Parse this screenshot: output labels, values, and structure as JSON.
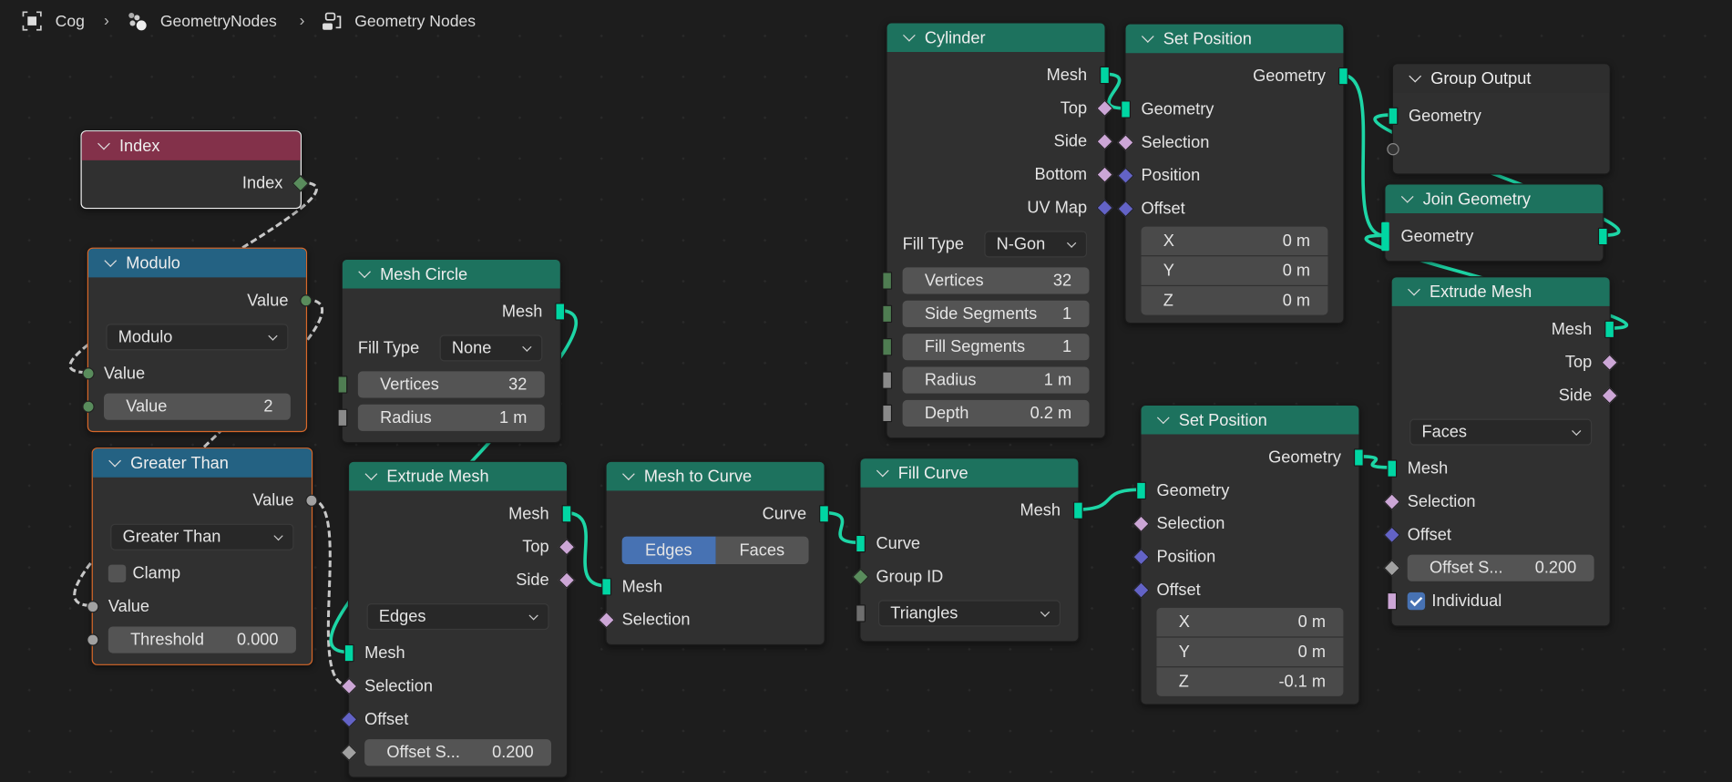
{
  "breadcrumb": {
    "items": [
      {
        "label": "Cog",
        "icon": "object-icon"
      },
      {
        "label": "GeometryNodes",
        "icon": "modifier-nodes-icon"
      },
      {
        "label": "Geometry Nodes",
        "icon": "node-tree-icon"
      }
    ]
  },
  "colors": {
    "geometry": "#00d6a3",
    "boolean": "#cca6d6",
    "vector": "#6363c7",
    "float": "#a1a1a1",
    "integer": "#598c5c",
    "header_input": "#83314a",
    "header_converter": "#246283",
    "header_geometry": "#1d725e",
    "header_output": "#2e2e2e",
    "link_geometry": "#1dd6a6",
    "link_field": "#c8c8c8"
  },
  "nodes": [
    {
      "id": "index",
      "title": "Index",
      "header": "#83314a",
      "state": "active",
      "rows": [
        {
          "type": "out",
          "label": "Index",
          "socket": {
            "shape": "diamond",
            "color": "#598c5c"
          }
        }
      ]
    },
    {
      "id": "modulo",
      "title": "Modulo",
      "header": "#246283",
      "state": "selected",
      "rows": [
        {
          "type": "out",
          "label": "Value",
          "socket": {
            "shape": "circle",
            "color": "#598c5c"
          }
        },
        {
          "type": "dropdown",
          "value": "Modulo"
        },
        {
          "type": "in",
          "label": "Value",
          "socket": {
            "shape": "circle",
            "color": "#598c5c"
          }
        },
        {
          "type": "field",
          "label": "Value",
          "value": "2",
          "socket": {
            "shape": "circle",
            "color": "#598c5c"
          }
        }
      ]
    },
    {
      "id": "greater_than",
      "title": "Greater Than",
      "header": "#246283",
      "state": "selected",
      "rows": [
        {
          "type": "out",
          "label": "Value",
          "socket": {
            "shape": "circle",
            "color": "#a1a1a1"
          }
        },
        {
          "type": "dropdown",
          "value": "Greater Than"
        },
        {
          "type": "check",
          "label": "Clamp",
          "checked": false
        },
        {
          "type": "in",
          "label": "Value",
          "socket": {
            "shape": "circle",
            "color": "#a1a1a1"
          }
        },
        {
          "type": "field",
          "label": "Threshold",
          "value": "0.000",
          "socket": {
            "shape": "circle",
            "color": "#a1a1a1"
          }
        }
      ]
    },
    {
      "id": "mesh_circle",
      "title": "Mesh Circle",
      "header": "#1d725e",
      "rows": [
        {
          "type": "out",
          "label": "Mesh",
          "socket": {
            "shape": "bar",
            "color": "#00d6a3"
          }
        },
        {
          "type": "dropdown",
          "label": "Fill Type",
          "value": "None"
        },
        {
          "type": "field",
          "label": "Vertices",
          "value": "32",
          "socket": {
            "shape": "bar",
            "color": "#4f7d52"
          }
        },
        {
          "type": "field",
          "label": "Radius",
          "value": "1 m",
          "socket": {
            "shape": "bar",
            "color": "#8a8a8a"
          }
        }
      ]
    },
    {
      "id": "extrude_mesh_1",
      "title": "Extrude Mesh",
      "header": "#1d725e",
      "rows": [
        {
          "type": "out",
          "label": "Mesh",
          "socket": {
            "shape": "bar",
            "color": "#00d6a3"
          }
        },
        {
          "type": "out",
          "label": "Top",
          "socket": {
            "shape": "diamond",
            "color": "#cca6d6"
          }
        },
        {
          "type": "out",
          "label": "Side",
          "socket": {
            "shape": "diamond",
            "color": "#cca6d6"
          }
        },
        {
          "type": "dropdown",
          "value": "Edges"
        },
        {
          "type": "in",
          "label": "Mesh",
          "socket": {
            "shape": "bar",
            "color": "#00d6a3"
          }
        },
        {
          "type": "in",
          "label": "Selection",
          "socket": {
            "shape": "diamond",
            "color": "#cca6d6"
          }
        },
        {
          "type": "in",
          "label": "Offset",
          "socket": {
            "shape": "diamond",
            "color": "#6363c7"
          }
        },
        {
          "type": "field",
          "label": "Offset S...",
          "value": "0.200",
          "socket": {
            "shape": "diamond",
            "color": "#a1a1a1"
          }
        }
      ]
    },
    {
      "id": "mesh_to_curve",
      "title": "Mesh to Curve",
      "header": "#1d725e",
      "rows": [
        {
          "type": "out",
          "label": "Curve",
          "socket": {
            "shape": "bar",
            "color": "#00d6a3"
          }
        },
        {
          "type": "toggle",
          "options": [
            "Edges",
            "Faces"
          ],
          "active": 0
        },
        {
          "type": "in",
          "label": "Mesh",
          "socket": {
            "shape": "bar",
            "color": "#00d6a3"
          }
        },
        {
          "type": "in",
          "label": "Selection",
          "socket": {
            "shape": "diamond",
            "color": "#cca6d6"
          }
        }
      ]
    },
    {
      "id": "fill_curve",
      "title": "Fill Curve",
      "header": "#1d725e",
      "rows": [
        {
          "type": "out",
          "label": "Mesh",
          "socket": {
            "shape": "bar",
            "color": "#00d6a3"
          }
        },
        {
          "type": "in",
          "label": "Curve",
          "socket": {
            "shape": "bar",
            "color": "#00d6a3"
          }
        },
        {
          "type": "in",
          "label": "Group ID",
          "socket": {
            "shape": "diamond",
            "color": "#598c5c"
          }
        },
        {
          "type": "dropdown",
          "value": "Triangles",
          "socket": {
            "shape": "bar",
            "color": "#6e6e6e"
          }
        }
      ]
    },
    {
      "id": "cylinder",
      "title": "Cylinder",
      "header": "#1d725e",
      "rows": [
        {
          "type": "out",
          "label": "Mesh",
          "socket": {
            "shape": "bar",
            "color": "#00d6a3"
          }
        },
        {
          "type": "out",
          "label": "Top",
          "socket": {
            "shape": "diamond",
            "color": "#cca6d6"
          }
        },
        {
          "type": "out",
          "label": "Side",
          "socket": {
            "shape": "diamond",
            "color": "#cca6d6"
          }
        },
        {
          "type": "out",
          "label": "Bottom",
          "socket": {
            "shape": "diamond",
            "color": "#cca6d6"
          }
        },
        {
          "type": "out",
          "label": "UV Map",
          "socket": {
            "shape": "diamond",
            "color": "#6363c7"
          }
        },
        {
          "type": "dropdown",
          "label": "Fill Type",
          "value": "N-Gon"
        },
        {
          "type": "field",
          "label": "Vertices",
          "value": "32",
          "socket": {
            "shape": "bar",
            "color": "#4f7d52"
          }
        },
        {
          "type": "field",
          "label": "Side Segments",
          "value": "1",
          "socket": {
            "shape": "bar",
            "color": "#4f7d52"
          }
        },
        {
          "type": "field",
          "label": "Fill Segments",
          "value": "1",
          "socket": {
            "shape": "bar",
            "color": "#4f7d52"
          }
        },
        {
          "type": "field",
          "label": "Radius",
          "value": "1 m",
          "socket": {
            "shape": "bar",
            "color": "#8a8a8a"
          }
        },
        {
          "type": "field",
          "label": "Depth",
          "value": "0.2 m",
          "socket": {
            "shape": "bar",
            "color": "#8a8a8a"
          }
        }
      ]
    },
    {
      "id": "set_position_1",
      "title": "Set Position",
      "header": "#1d725e",
      "rows": [
        {
          "type": "out",
          "label": "Geometry",
          "socket": {
            "shape": "bar",
            "color": "#00d6a3"
          }
        },
        {
          "type": "in",
          "label": "Geometry",
          "socket": {
            "shape": "bar",
            "color": "#00d6a3"
          }
        },
        {
          "type": "in",
          "label": "Selection",
          "socket": {
            "shape": "diamond",
            "color": "#cca6d6"
          }
        },
        {
          "type": "in",
          "label": "Position",
          "socket": {
            "shape": "diamond",
            "color": "#6363c7"
          }
        },
        {
          "type": "in",
          "label": "Offset",
          "socket": {
            "shape": "diamond",
            "color": "#6363c7"
          }
        },
        {
          "type": "vec",
          "label": "X",
          "value": "0 m"
        },
        {
          "type": "vec",
          "label": "Y",
          "value": "0 m"
        },
        {
          "type": "vec",
          "label": "Z",
          "value": "0 m"
        }
      ]
    },
    {
      "id": "group_output",
      "title": "Group Output",
      "header": "#2e2e2e",
      "rows": [
        {
          "type": "in",
          "label": "Geometry",
          "socket": {
            "shape": "bar",
            "color": "#00d6a3"
          }
        },
        {
          "type": "in",
          "label": "",
          "socket": {
            "shape": "hollow",
            "color": "#888888"
          }
        }
      ]
    },
    {
      "id": "join_geometry",
      "title": "Join Geometry",
      "header": "#1d725e",
      "rows": [
        {
          "type": "inout",
          "label": "Geometry",
          "socket": {
            "shape": "tallbar",
            "color": "#00d6a3"
          },
          "out_socket": {
            "shape": "bar",
            "color": "#00d6a3"
          }
        }
      ]
    },
    {
      "id": "extrude_mesh_2",
      "title": "Extrude Mesh",
      "header": "#1d725e",
      "rows": [
        {
          "type": "out",
          "label": "Mesh",
          "socket": {
            "shape": "bar",
            "color": "#00d6a3"
          }
        },
        {
          "type": "out",
          "label": "Top",
          "socket": {
            "shape": "diamond",
            "color": "#cca6d6"
          }
        },
        {
          "type": "out",
          "label": "Side",
          "socket": {
            "shape": "diamond",
            "color": "#cca6d6"
          }
        },
        {
          "type": "dropdown",
          "value": "Faces"
        },
        {
          "type": "in",
          "label": "Mesh",
          "socket": {
            "shape": "bar",
            "color": "#00d6a3"
          }
        },
        {
          "type": "in",
          "label": "Selection",
          "socket": {
            "shape": "diamond",
            "color": "#cca6d6"
          }
        },
        {
          "type": "in",
          "label": "Offset",
          "socket": {
            "shape": "diamond",
            "color": "#6363c7"
          }
        },
        {
          "type": "field",
          "label": "Offset S...",
          "value": "0.200",
          "socket": {
            "shape": "diamond",
            "color": "#a1a1a1"
          }
        },
        {
          "type": "check",
          "label": "Individual",
          "checked": true,
          "socket": {
            "shape": "bar",
            "color": "#cca6d6"
          }
        }
      ]
    },
    {
      "id": "set_position_2",
      "title": "Set Position",
      "header": "#1d725e",
      "rows": [
        {
          "type": "out",
          "label": "Geometry",
          "socket": {
            "shape": "bar",
            "color": "#00d6a3"
          }
        },
        {
          "type": "in",
          "label": "Geometry",
          "socket": {
            "shape": "bar",
            "color": "#00d6a3"
          }
        },
        {
          "type": "in",
          "label": "Selection",
          "socket": {
            "shape": "diamond",
            "color": "#cca6d6"
          }
        },
        {
          "type": "in",
          "label": "Position",
          "socket": {
            "shape": "diamond",
            "color": "#6363c7"
          }
        },
        {
          "type": "in",
          "label": "Offset",
          "socket": {
            "shape": "diamond",
            "color": "#6363c7"
          }
        },
        {
          "type": "vec",
          "label": "X",
          "value": "0 m"
        },
        {
          "type": "vec",
          "label": "Y",
          "value": "0 m"
        },
        {
          "type": "vec",
          "label": "Z",
          "value": "-0.1 m"
        }
      ]
    }
  ],
  "links": [
    {
      "from": "index",
      "from_row": 0,
      "to": "modulo",
      "to_row": 2,
      "kind": "field"
    },
    {
      "from": "modulo",
      "from_row": 0,
      "to": "greater_than",
      "to_row": 3,
      "kind": "field"
    },
    {
      "from": "greater_than",
      "from_row": 0,
      "to": "extrude_mesh_1",
      "to_row": 5,
      "kind": "field"
    },
    {
      "from": "mesh_circle",
      "from_row": 0,
      "to": "extrude_mesh_1",
      "to_row": 4,
      "kind": "geometry"
    },
    {
      "from": "extrude_mesh_1",
      "from_row": 0,
      "to": "mesh_to_curve",
      "to_row": 2,
      "kind": "geometry"
    },
    {
      "from": "mesh_to_curve",
      "from_row": 0,
      "to": "fill_curve",
      "to_row": 1,
      "kind": "geometry"
    },
    {
      "from": "fill_curve",
      "from_row": 0,
      "to": "set_position_2",
      "to_row": 1,
      "kind": "geometry"
    },
    {
      "from": "set_position_2",
      "from_row": 0,
      "to": "extrude_mesh_2",
      "to_row": 4,
      "kind": "geometry"
    },
    {
      "from": "extrude_mesh_2",
      "from_row": 0,
      "to": "join_geometry",
      "to_row": 0,
      "kind": "geometry"
    },
    {
      "from": "cylinder",
      "from_row": 0,
      "to": "set_position_1",
      "to_row": 1,
      "kind": "geometry"
    },
    {
      "from": "set_position_1",
      "from_row": 0,
      "to": "join_geometry",
      "to_row": 0,
      "kind": "geometry"
    },
    {
      "from": "join_geometry",
      "from_row": 0,
      "to": "group_output",
      "to_row": 0,
      "kind": "geometry"
    }
  ]
}
